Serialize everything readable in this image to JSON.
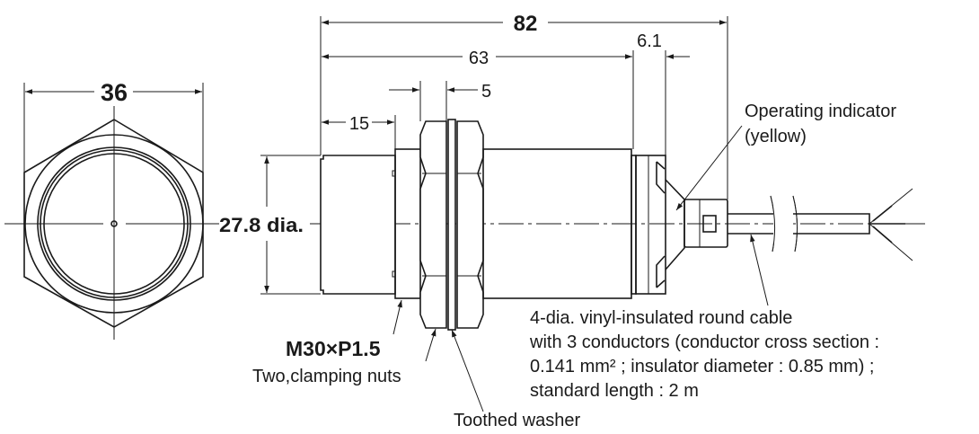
{
  "title": "Proximity sensor M30 dimensions drawing",
  "dimensions": {
    "hex_width": "36",
    "sensing_face_dia": "27.8 dia.",
    "overall_length": "82",
    "body_length": "63",
    "rear_length": "6.1",
    "nut_thickness": "5",
    "unthreaded_length": "15"
  },
  "labels": {
    "thread": "M30×P1.5",
    "nuts": "Two,clamping nuts",
    "washer": "Toothed washer",
    "indicator_line1": "Operating indicator",
    "indicator_line2": "(yellow)",
    "cable_lines": [
      "4-dia. vinyl-insulated round cable",
      "with 3 conductors (conductor cross section :",
      "0.141 mm² ; insulator diameter : 0.85 mm) ;",
      "standard length : 2 m"
    ]
  }
}
